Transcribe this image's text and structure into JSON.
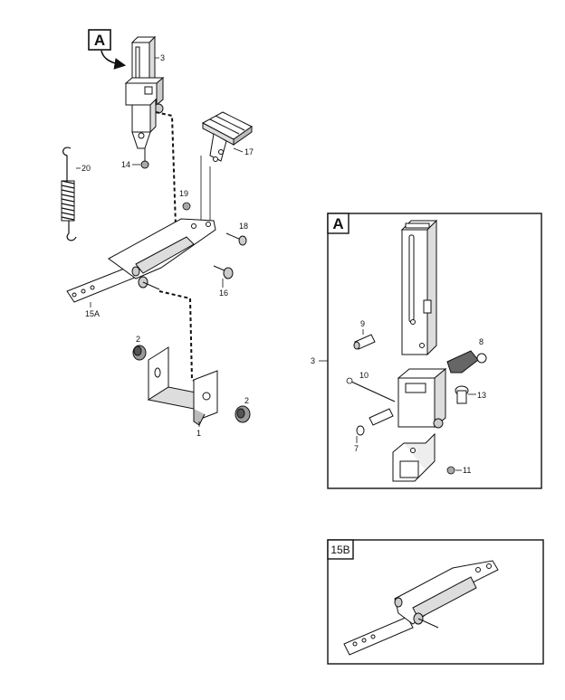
{
  "diagram": {
    "callouts": {
      "p3": "3",
      "p14": "14",
      "p20": "20",
      "p17": "17",
      "p19": "19",
      "p18": "18",
      "p16": "16",
      "p15a": "15A",
      "p2_left": "2",
      "p2_right": "2",
      "p1": "1"
    },
    "detail_a": {
      "box_label": "A",
      "external_ref": "3",
      "callouts": {
        "p9": "9",
        "p8": "8",
        "p10": "10",
        "p13": "13",
        "p7": "7",
        "p11": "11"
      }
    },
    "detail_15b": {
      "box_label": "15B"
    },
    "main_ref_label": "A",
    "line_color": "#111111",
    "shading_color": "#8a8a8a"
  }
}
